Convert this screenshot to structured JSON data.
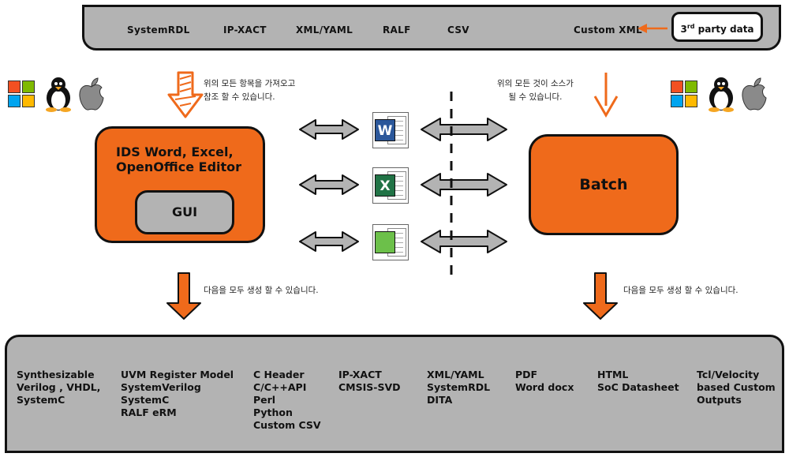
{
  "top_bar": {
    "formats": [
      "SystemRDL",
      "IP-XACT",
      "XML/YAML",
      "RALF",
      "CSV",
      "Custom XML"
    ],
    "third_party": "3rd party data"
  },
  "notes": {
    "ids_input": [
      "위의 모든 항목을 가져오고",
      "참조 할 수 있습니다."
    ],
    "batch_input": [
      "위의 모든 것이 소스가",
      "될 수 있습니다."
    ],
    "ids_output": "다음을 모두 생성 할 수 있습니다.",
    "batch_output": "다음을 모두 생성 할 수 있습니다."
  },
  "ids_box": {
    "title": [
      "IDS Word, Excel,",
      "OpenOffice  Editor"
    ],
    "gui": "GUI"
  },
  "batch_box": {
    "label": "Batch"
  },
  "apps": [
    {
      "name": "word",
      "letter": "W",
      "color": "#2b579a"
    },
    {
      "name": "excel",
      "letter": "X",
      "color": "#217346"
    },
    {
      "name": "calc",
      "letter": "",
      "color": "#6cc04a"
    }
  ],
  "os_icons": [
    "windows-icon",
    "linux-icon",
    "apple-icon"
  ],
  "colors": {
    "orange": "#ef6a1b",
    "gray": "#b3b3b3",
    "outline": "#111111"
  },
  "outputs": [
    [
      "Synthesizable",
      "Verilog , VHDL,",
      "SystemC"
    ],
    [
      "UVM Register Model",
      "SystemVerilog",
      "SystemC",
      "RALF eRM"
    ],
    [
      "C Header",
      "C/C++API",
      "Perl",
      "Python",
      "Custom  CSV"
    ],
    [
      "IP-XACT",
      "CMSIS-SVD"
    ],
    [
      "XML/YAML",
      "SystemRDL",
      "DITA"
    ],
    [
      "PDF",
      "Word docx"
    ],
    [
      "HTML",
      "SoC Datasheet"
    ],
    [
      "Tcl/Velocity",
      "based Custom",
      "Outputs"
    ]
  ]
}
